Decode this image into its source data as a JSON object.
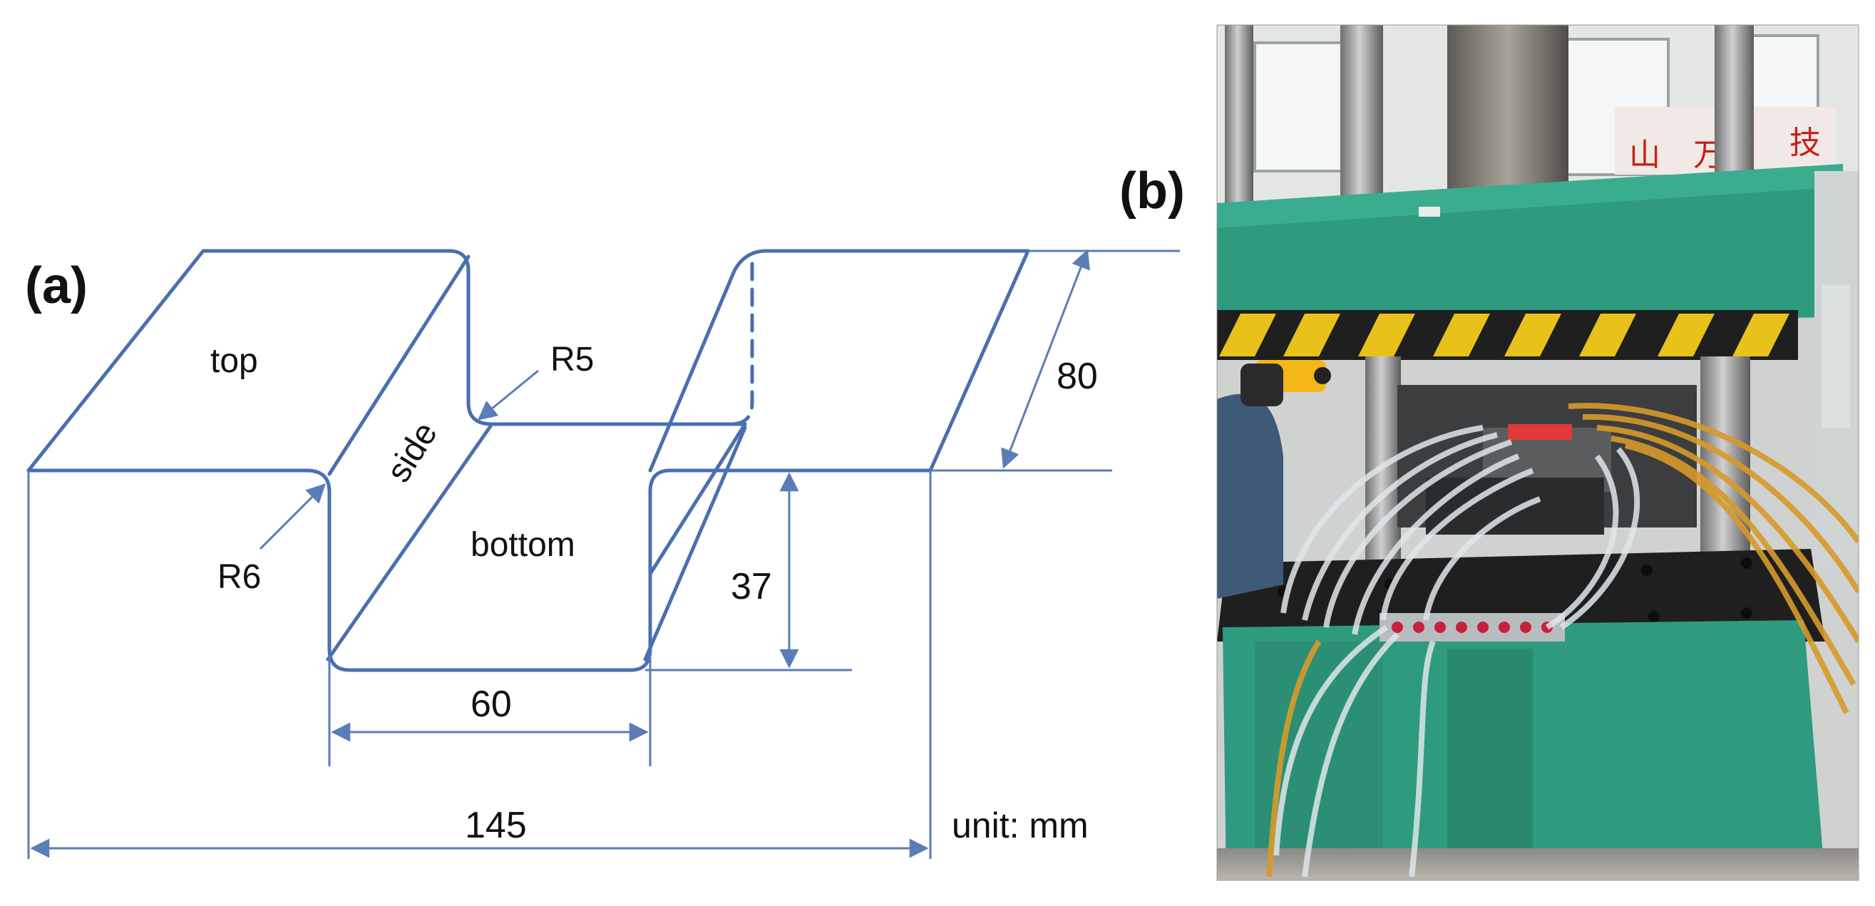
{
  "figure": {
    "panel_a": {
      "label": "(a)",
      "face_top": "top",
      "face_side": "side",
      "face_bottom": "bottom",
      "radius_upper": "R5",
      "radius_lower": "R6",
      "dim_depth": "80",
      "dim_height": "37",
      "dim_bottom_width": "60",
      "dim_total_width": "145",
      "unit_note": "unit: mm"
    },
    "panel_b": {
      "label": "(b)",
      "sign_chars": [
        "山",
        "万",
        "技"
      ],
      "photo_subject": "hydraulic press with cooling hoses and infrared thermometer"
    }
  },
  "colors": {
    "part_line": "#4a6fb0",
    "dim_line": "#5a7cb8",
    "press_green": "#2e9a7e",
    "hazard_yellow": "#e8c21a",
    "hose_amber": "#d89a2a"
  }
}
